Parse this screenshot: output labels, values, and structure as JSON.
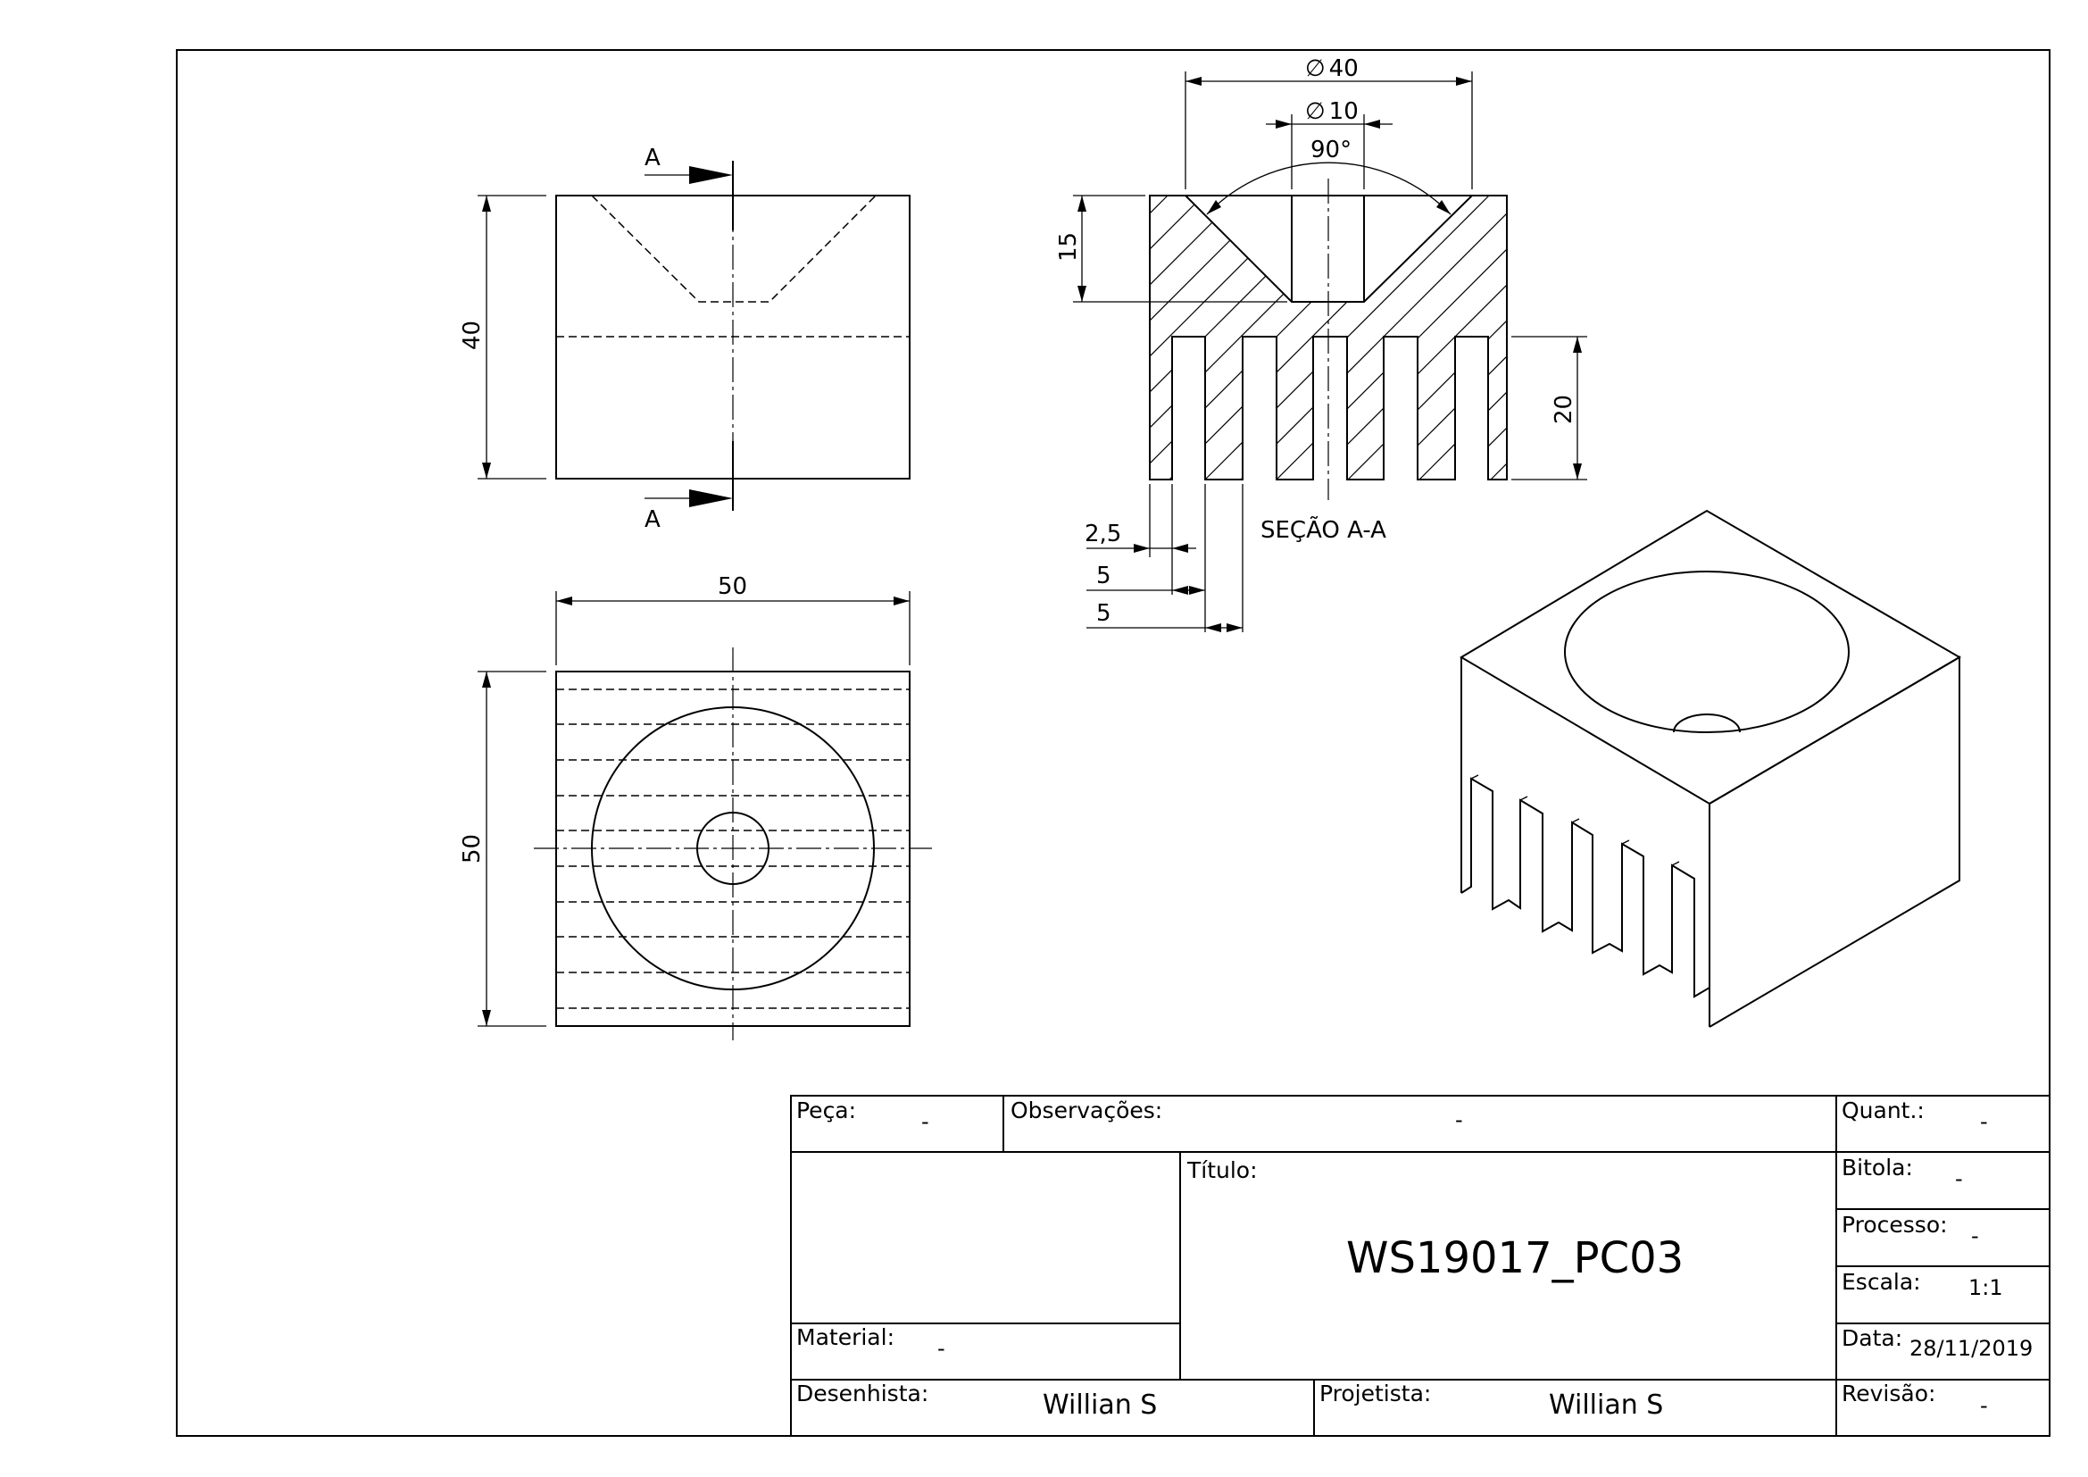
{
  "views": {
    "front": {
      "section_mark": "A",
      "dim_height": "40"
    },
    "top": {
      "dim_width": "50",
      "dim_height": "50"
    },
    "section": {
      "title": "SEÇÃO A-A",
      "dim_outer_dia": "40",
      "dim_inner_dia": "10",
      "dim_angle": "90°",
      "dim_depth": "15",
      "dim_slot_depth": "20",
      "dim_slot_a": "2,5",
      "dim_slot_b": "5",
      "dim_slot_c": "5",
      "diameter_symbol": "∅"
    }
  },
  "title_block": {
    "peca_label": "Peça:",
    "peca_value": "-",
    "observacoes_label": "Observações:",
    "observacoes_value": "-",
    "quant_label": "Quant.:",
    "quant_value": "-",
    "titulo_label": "Título:",
    "titulo_value": "WS19017_PC03",
    "bitola_label": "Bitola:",
    "bitola_value": "-",
    "processo_label": "Processo:",
    "processo_value": "-",
    "escala_label": "Escala:",
    "escala_value": "1:1",
    "material_label": "Material:",
    "material_value": "-",
    "data_label": "Data:",
    "data_value": "28/11/2019",
    "desenhista_label": "Desenhista:",
    "desenhista_value": "Willian S",
    "projetista_label": "Projetista:",
    "projetista_value": "Willian S",
    "revisao_label": "Revisão:",
    "revisao_value": "-"
  }
}
